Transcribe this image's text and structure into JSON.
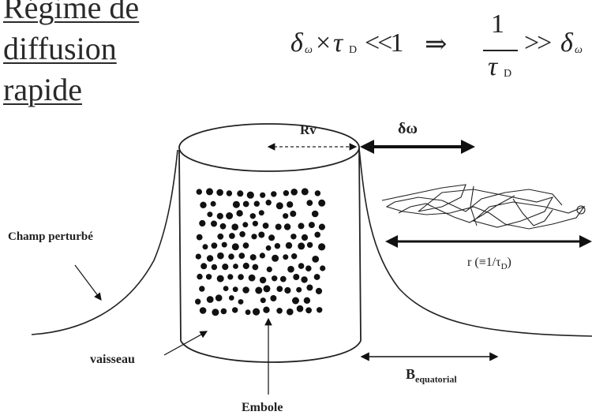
{
  "title": {
    "line1": "Régime de",
    "line2": "diffusion",
    "line3": "rapide"
  },
  "equation": {
    "left_delta": "δ",
    "left_delta_sub": "ω",
    "times": "×",
    "tau": "τ",
    "tau_sub": "D",
    "relation_left": "<<1",
    "implies": "⇒",
    "numerator": "1",
    "denominator_tau": "τ",
    "denominator_sub": "D",
    "relation_right": ">>",
    "right_delta": "δ",
    "right_delta_sub": "ω"
  },
  "labels": {
    "rv": "Rv",
    "delta_omega": "δω",
    "champ": "Champ perturbé",
    "r_prefix": "r (≡1/τ",
    "r_sub": "D",
    "r_suffix": ")",
    "vaisseau": "vaisseau",
    "b_main": "B",
    "b_sub": "equatorial",
    "embole": "Embole"
  }
}
